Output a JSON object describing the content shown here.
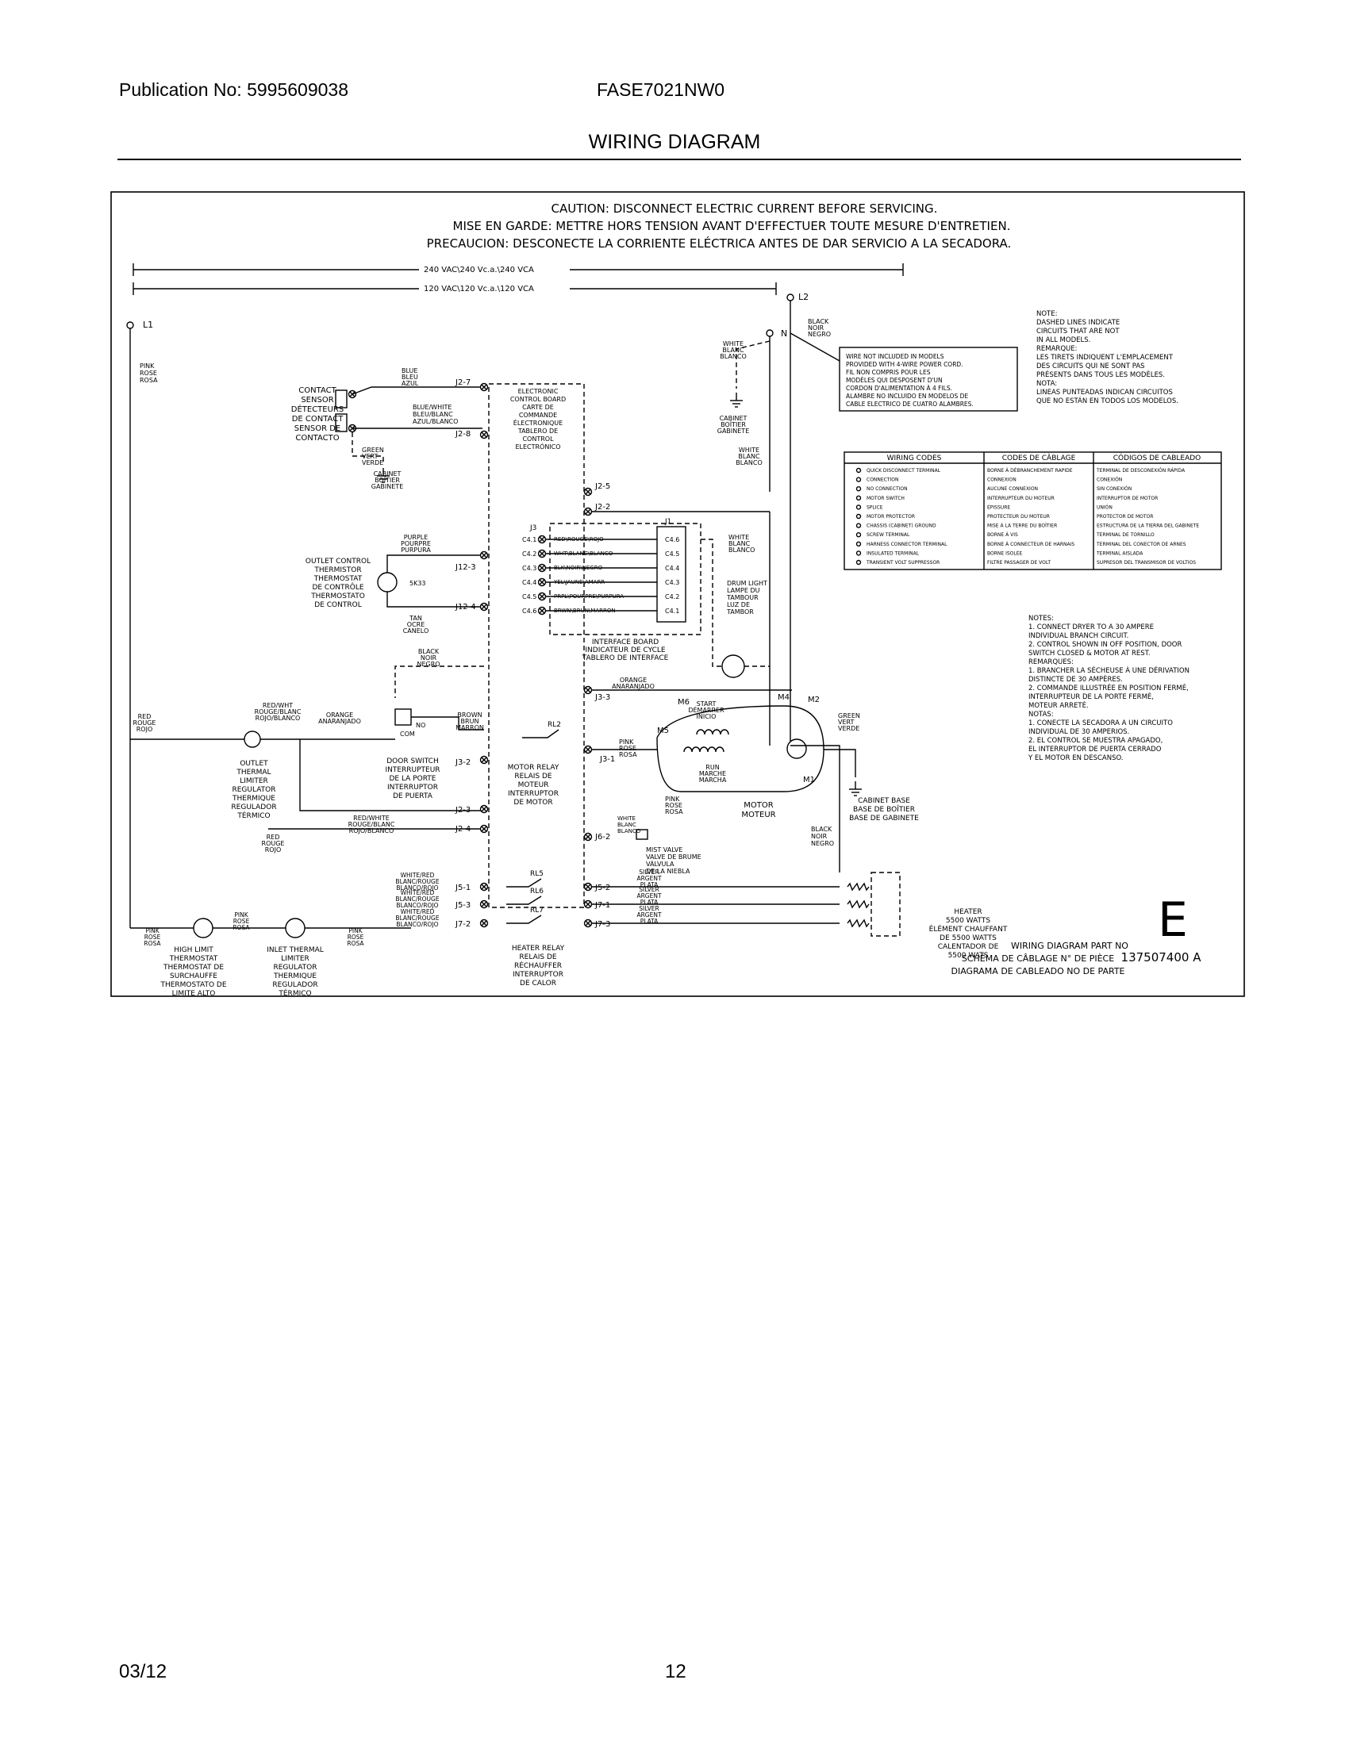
{
  "header": {
    "publication": "Publication No: 5995609038",
    "model": "FASE7021NW0",
    "title": "WIRING DIAGRAM"
  },
  "caution": {
    "en": "CAUTION: DISCONNECT ELECTRIC CURRENT BEFORE SERVICING.",
    "fr": "MISE EN GARDE: METTRE HORS TENSION AVANT D'EFFECTUER TOUTE MESURE D'ENTRETIEN.",
    "es": "PRECAUCION: DESCONECTE LA CORRIENTE ELÉCTRICA ANTES DE DAR SERVICIO A LA SECADORA."
  },
  "power": {
    "v240": "240 VAC\\240 Vc.a.\\240 VCA",
    "v120": "120 VAC\\120 Vc.a.\\120 VCA",
    "l1": "L1",
    "l2": "L2",
    "n": "N"
  },
  "terminals": {
    "j2_7": "J2-7",
    "j2_8": "J2-8",
    "j2_5": "J2-5",
    "j2_2": "J2-2",
    "j12_3": "J12-3",
    "j12_4": "J12-4",
    "j3_3": "J3-3",
    "j3_2": "J3-2",
    "j3_1": "J3-1",
    "j2_3": "J2-3",
    "j2_4": "J2-4",
    "j6_2": "J6-2",
    "j5_1": "J5-1",
    "j5_3": "J5-3",
    "j7_2": "J7-2",
    "j5_2": "J5-2",
    "j7_1": "J7-1",
    "j7_3": "J7-3",
    "j3": "J3",
    "j1": "J1",
    "c41": "C4.1",
    "c42": "C4.2",
    "c43": "C4.3",
    "c44": "C4.4",
    "c45": "C4.5",
    "c46": "C4.6",
    "m2": "M2",
    "m4": "M4",
    "m5": "M5",
    "m6": "M6",
    "m1": "M1",
    "com": "COM",
    "no": "NO",
    "rl2": "RL2",
    "rl5": "RL5",
    "rl6": "RL6",
    "rl7": "RL7",
    "ohm": "5K33"
  },
  "labels": {
    "pink_l1": [
      "PINK",
      "ROSE",
      "ROSA"
    ],
    "contact_sensor": [
      "CONTACT",
      "SENSOR",
      "DÉTECTEURS",
      "DE CONTACT",
      "SENSOR DE",
      "CONTACTO"
    ],
    "blue": [
      "BLUE",
      "BLEU",
      "AZUL"
    ],
    "blue_white": [
      "BLUE/WHITE",
      "BLEU/BLANC",
      "AZUL/BLANCO"
    ],
    "green": [
      "GREEN",
      "VERT",
      "VERDE"
    ],
    "cabinet_left": [
      "CABINET",
      "BOÎTIER",
      "GABINETE"
    ],
    "ecb": [
      "ELECTRONIC",
      "CONTROL BOARD",
      "CARTE DE",
      "COMMANDE",
      "ÉLECTRONIQUE",
      "TABLERO DE",
      "CONTROL",
      "ELECTRÓNICO"
    ],
    "white_top": [
      "WHITE",
      "BLANC",
      "BLANCO"
    ],
    "cabinet_top": [
      "CABINET",
      "BOÎTIER",
      "GABINETE"
    ],
    "black_top": [
      "BLACK",
      "NOIR",
      "NEGRO"
    ],
    "white_mid": [
      "WHITE",
      "BLANC",
      "BLANCO"
    ],
    "white_j1": [
      "WHITE",
      "BLANC",
      "BLANCO"
    ],
    "purple": [
      "PURPLE",
      "POURPRE",
      "PURPURA"
    ],
    "thermistor": [
      "OUTLET CONTROL",
      "THERMISTOR",
      "THERMOSTAT",
      "DE CONTRÔLE",
      "THERMOSTATO",
      "DE CONTROL"
    ],
    "tan": [
      "TAN",
      "OCRE",
      "CANELO"
    ],
    "black_mid": [
      "BLACK",
      "NOIR",
      "NEGRO"
    ],
    "interface_board": [
      "INTERFACE BOARD",
      "INDICATEUR DE CYCLE",
      "TABLERO DE INTERFACE"
    ],
    "drum_light": [
      "DRUM LIGHT",
      "LAMPE DU",
      "TAMBOUR",
      "LUZ DE",
      "TAMBOR"
    ],
    "harness": [
      "RED\\ROUGE\\ROJO",
      "WHT\\BLANC\\BLANCO",
      "BLK\\NOIR\\NEGRO",
      "YEL\\JAUNE\\AMARR",
      "PRPL\\POURPRE\\PURPURA",
      "BRWN\\BRUN\\MARRON"
    ],
    "orange_top": [
      "ORANGE",
      "ANARANJADO"
    ],
    "red_left": [
      "RED",
      "ROUGE",
      "ROJO"
    ],
    "red_white": [
      "RED/WHT",
      "ROUGE/BLANC",
      "ROJO/BLANCO"
    ],
    "orange_left": [
      "ORANGE",
      "ANARANJADO"
    ],
    "brown": [
      "BROWN",
      "BRUN",
      "MARRON"
    ],
    "outlet_thermal": [
      "OUTLET",
      "THERMAL",
      "LIMITER",
      "REGULATOR",
      "THERMIQUE",
      "REGULADOR",
      "TÉRMICO"
    ],
    "door_switch": [
      "DOOR SWITCH",
      "INTERRUPTEUR",
      "DE LA PORTE",
      "INTERRUPTOR",
      "DE PUERTA"
    ],
    "motor_relay": [
      "MOTOR RELAY",
      "RELAIS DE",
      "MOTEUR",
      "INTERRUPTOR",
      "DE MOTOR"
    ],
    "start": [
      "START",
      "DÉMARRER",
      "INICIO"
    ],
    "run": [
      "RUN",
      "MARCHE",
      "MARCHA"
    ],
    "pink_motor": [
      "PINK",
      "ROSE",
      "ROSA"
    ],
    "pink_motor2": [
      "PINK",
      "ROSE",
      "ROSA"
    ],
    "motor": [
      "MOTOR",
      "MOTEUR"
    ],
    "green_right": [
      "GREEN",
      "VERT",
      "VERDE"
    ],
    "cabinet_base": [
      "CABINET BASE",
      "BASE DE BOÎTIER",
      "BASE DE GABINETE"
    ],
    "black_low": [
      "BLACK",
      "NOIR",
      "NEGRO"
    ],
    "red_white2": [
      "RED/WHITE",
      "ROUGE/BLANC",
      "ROJO/BLANCO"
    ],
    "red_low": [
      "RED",
      "ROUGE",
      "ROJO"
    ],
    "white_valve": [
      "WHITE",
      "BLANC",
      "BLANCO"
    ],
    "mist_valve": [
      "MIST VALVE",
      "VALVE DE BRUME",
      "VÁLVULA",
      "DE LA NIEBLA"
    ],
    "wr1": [
      "WHITE/RED",
      "BLANC/ROUGE",
      "BLANCO/ROJO"
    ],
    "wr2": [
      "WHITE/RED",
      "BLANC/ROUGE",
      "BLANCO/ROJO"
    ],
    "wr3": [
      "WHITE/RED",
      "BLANC/ROUGE",
      "BLANCO/ROJO"
    ],
    "silver1": [
      "SILVER",
      "ARGENT",
      "PLATA"
    ],
    "silver2": [
      "SILVER",
      "ARGENT",
      "PLATA"
    ],
    "silver3": [
      "SILVER",
      "ARGENT",
      "PLATA"
    ],
    "pink_low1": [
      "PINK",
      "ROSE",
      "ROSA"
    ],
    "pink_low2": [
      "PINK",
      "ROSE",
      "ROSA"
    ],
    "pink_low3": [
      "PINK",
      "ROSE",
      "ROSA"
    ],
    "high_limit": [
      "HIGH LIMIT",
      "THERMOSTAT",
      "THERMOSTAT DE",
      "SURCHAUFFE",
      "THERMOSTATO DE",
      "LIMITE ALTO"
    ],
    "inlet_thermal": [
      "INLET THERMAL",
      "LIMITER",
      "REGULATOR",
      "THERMIQUE",
      "REGULADOR",
      "TÉRMICO"
    ],
    "heater_relay": [
      "HEATER RELAY",
      "RELAIS DE",
      "RÉCHAUFFER",
      "INTERRUPTOR",
      "DE CALOR"
    ],
    "heater": [
      "HEATER",
      "5500 WATTS",
      "ÉLÉMENT CHAUFFANT",
      "DE 5500 WATTS",
      "CALENTADOR DE",
      "5500 WATS"
    ]
  },
  "wire_note": [
    "WIRE NOT INCLUDED IN MODELS",
    "PROVIDED WITH 4-WIRE POWER CORD.",
    "FIL NON COMPRIS POUR LES",
    "MODÈLES QUI DESPOSENT D'UN",
    "CORDON D'ALIMENTATION À 4 FILS.",
    "ALAMBRE NO INCLUIDO EN MODELOS DE",
    "CABLE ELECTRICO DE CUATRO ALAMBRES."
  ],
  "dashed_note": [
    "NOTE:",
    "DASHED LINES INDICATE",
    "CIRCUITS THAT ARE NOT",
    "IN ALL MODELS.",
    "REMARQUE:",
    "LES TIRETS INDIQUENT L'EMPLACEMENT",
    "DES CIRCUITS QUI NE SONT PAS",
    "PRÉSENTS DANS TOUS LES MODÈLES.",
    "NOTA:",
    "LINEAS PUNTEADAS INDICAN CIRCUITOS",
    "QUE NO ESTÁN EN TODOS LOS MODELOS."
  ],
  "codes_table": {
    "headers": [
      "WIRING CODES",
      "CODES DE CÂBLAGE",
      "CÓDIGOS DE CABLEADO"
    ],
    "rows": [
      [
        "QUICK DISCONNECT TERMINAL",
        "BORNE À DÉBRANCHEMENT RAPIDE",
        "TERMINAL DE DESCONEXIÓN RÁPIDA"
      ],
      [
        "CONNECTION",
        "CONNEXION",
        "CONEXIÓN"
      ],
      [
        "NO CONNECTION",
        "AUCUNE CONNEXION",
        "SIN CONEXIÓN"
      ],
      [
        "MOTOR SWITCH",
        "INTERRUPTEUR DU MOTEUR",
        "INTERRUPTOR DE MOTOR"
      ],
      [
        "SPLICE",
        "ÉPISSURE",
        "UNIÓN"
      ],
      [
        "MOTOR PROTECTOR",
        "PROTECTEUR DU MOTEUR",
        "PROTECTOR DE MOTOR"
      ],
      [
        "CHASSIS (CABINET) GROUND",
        "MISE À LA TERRE DU BOÎTIER",
        "ESTRUCTURA DE LA TIERRA DEL GABINETE"
      ],
      [
        "SCREW TERMINAL",
        "BORNE À VIS",
        "TERMINAL DE TORNILLO"
      ],
      [
        "HARNESS CONNECTOR TERMINAL",
        "BORNE À CONNECTEUR DE HARNAIS",
        "TERMINAL DEL CONECTOR DE ARNES"
      ],
      [
        "INSULATED TERMINAL",
        "BORNE ISOLÉE",
        "TERMINAL AISLADA"
      ],
      [
        "TRANSIENT VOLT SUPPRESSOR",
        "FILTRE PASSAGER DE VOLT",
        "SUPRESOR DEL TRANSMISOR DE VOLTIOS"
      ]
    ]
  },
  "notes": [
    "NOTES:",
    "1. CONNECT DRYER TO A 30 AMPERE",
    "INDIVIDUAL BRANCH CIRCUIT.",
    "2. CONTROL SHOWN IN OFF POSITION, DOOR",
    "SWITCH CLOSED & MOTOR AT REST.",
    "REMARQUES:",
    "1. BRANCHER LA SÉCHEUSE À UNE DÉRIVATION",
    "DISTINCTE DE 30 AMPÈRES.",
    "2. COMMANDE ILLUSTRÉE EN POSITION FERMÉ,",
    "INTERRUPTEUR DE LA PORTE FERMÉ,",
    "MOTEUR ARRETÉ.",
    "NOTAS:",
    "1. CONECTE LA SECADORA A UN CIRCUITO",
    "INDIVIDUAL DE 30 AMPERIOS.",
    "2. EL CONTROL SE MUESTRA APAGADO,",
    "EL INTERRUPTOR DE PUERTA CERRADO",
    "Y EL MOTOR EN DESCANSO."
  ],
  "big_letter": "E",
  "part": {
    "en": "WIRING DIAGRAM PART NO",
    "fr": "SCHÉMA DE CÂBLAGE N° DE PIÈCE",
    "es": "DIAGRAMA DE CABLEADO NO DE PARTE",
    "number": "137507400 A"
  },
  "footer": {
    "date": "03/12",
    "page": "12"
  }
}
